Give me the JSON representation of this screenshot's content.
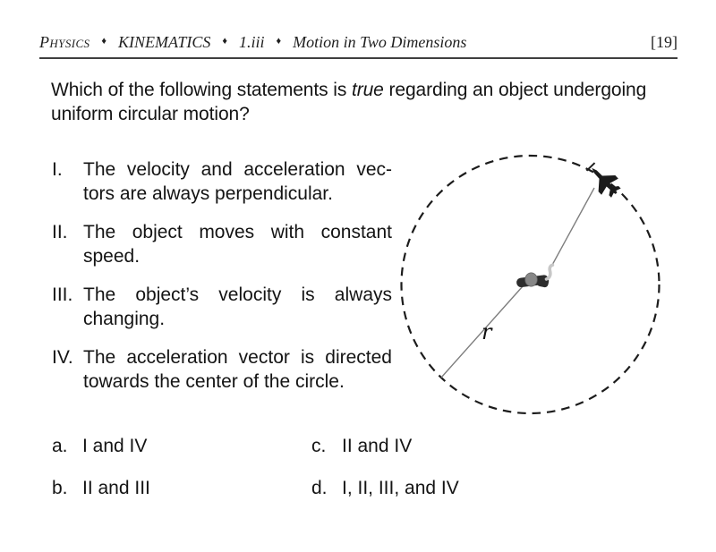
{
  "header": {
    "course": "Physics",
    "bullet": "♦",
    "unit": "KINEMATICS",
    "section": "1.iii",
    "topic": "Motion in Two Dimensions",
    "page_number": "[19]"
  },
  "question": {
    "line1_pre": "Which of the following statements is ",
    "line1_emphasis": "true",
    "line1_post": " regarding an object undergoing",
    "line2": "uniform circular motion?"
  },
  "statements": [
    {
      "numeral": "I.",
      "lines": [
        "The velocity and acceleration vec-",
        "tors are always perpendicular."
      ]
    },
    {
      "numeral": "II.",
      "lines": [
        "The object moves with constant",
        "speed."
      ]
    },
    {
      "numeral": "III.",
      "lines": [
        "The object’s velocity is always",
        "changing."
      ]
    },
    {
      "numeral": "IV.",
      "lines": [
        "The acceleration vector is directed",
        "towards the center of the circle."
      ]
    }
  ],
  "choices": [
    {
      "letter": "a.",
      "text": "I and IV"
    },
    {
      "letter": "b.",
      "text": "II and III"
    },
    {
      "letter": "c.",
      "text": "II and IV"
    },
    {
      "letter": "d.",
      "text": "I, II, III, and IV"
    }
  ],
  "diagram": {
    "radius_label": "r"
  },
  "colors": {
    "text": "#1a1a1a",
    "rule": "#3f3f3f",
    "dashed_circle": "#1c1c1c",
    "line_gray": "#7e7e7e",
    "plane_black": "#1b1b1b",
    "handle_dark": "#2d2d2d",
    "knob_gray": "#878787",
    "hook_gray": "#c7c7c7"
  }
}
